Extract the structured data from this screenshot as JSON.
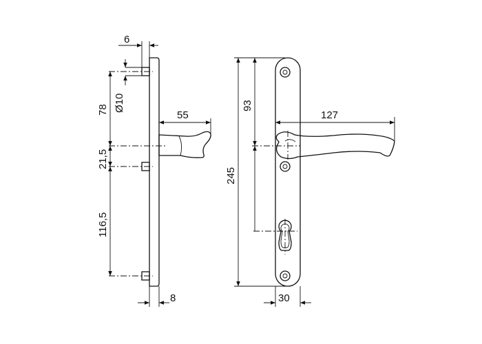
{
  "side_view": {
    "dims": {
      "thickness_top": "6",
      "hole_diameter": "Ø10",
      "top_to_handle": "78",
      "handle_to_keyhole": "21,5",
      "keyhole_to_bottom": "116,5",
      "handle_projection": "55",
      "plate_depth": "8"
    }
  },
  "front_view": {
    "dims": {
      "plate_height": "245",
      "top_to_handle": "93",
      "handle_length": "127",
      "plate_width": "30"
    }
  }
}
